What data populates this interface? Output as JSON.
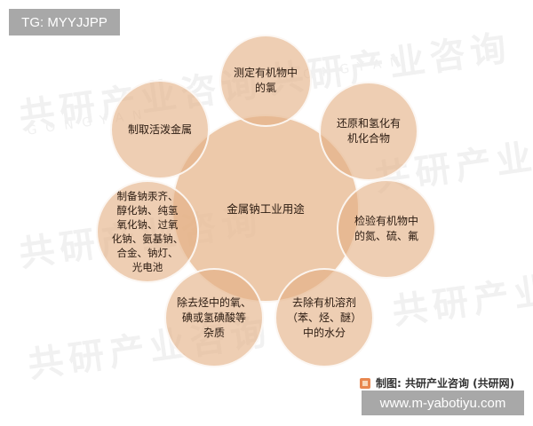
{
  "badges": {
    "top_left": "TG: MYYJJPP",
    "bottom_right": "www.m-yabotiyu.com"
  },
  "watermark": {
    "text": "共研产业咨询",
    "subtext": "GONGYAN"
  },
  "diagram": {
    "center": "金属钠工业用途",
    "nodes": [
      {
        "id": "top",
        "label": "测定有机物中\n的氯"
      },
      {
        "id": "top-right",
        "label": "还原和氢化有\n机化合物"
      },
      {
        "id": "right",
        "label": "检验有机物中\n的氮、硫、氟"
      },
      {
        "id": "bottom-right",
        "label": "去除有机溶剂\n（苯、烃、醚）\n中的水分"
      },
      {
        "id": "bottom-left",
        "label": "除去烃中的氧、\n碘或氢碘酸等\n杂质"
      },
      {
        "id": "left",
        "label": "制备钠汞齐、\n醇化钠、纯氢\n氧化钠、过氧\n化钠、氨基钠、\n合金、钠灯、\n光电池"
      },
      {
        "id": "top-left",
        "label": "制取活泼金属"
      }
    ],
    "colors": {
      "circle_fill": "#e4b084",
      "circle_border": "#ffffff",
      "text": "#2a1a10"
    }
  },
  "source": {
    "label": "制图: 共研产业咨询 (共研网)"
  }
}
